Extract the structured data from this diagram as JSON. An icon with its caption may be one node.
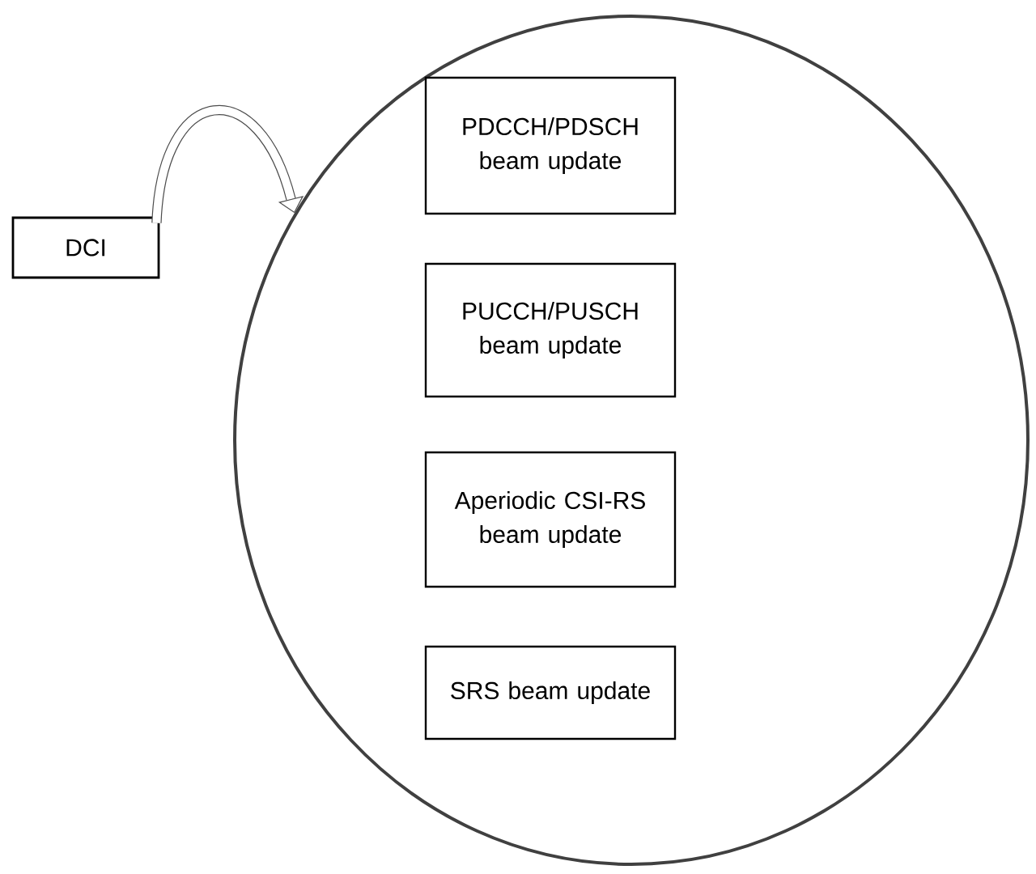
{
  "diagram": {
    "nodes": [
      {
        "text": [
          "DCI"
        ]
      },
      {
        "text": [],
        "shape": "circle"
      },
      {
        "text": [
          "PDCCH/PDSCH beam update"
        ],
        "in": 1
      },
      {
        "text": [
          "PUCCH/PUSCH beam update"
        ],
        "in": 1
      },
      {
        "text": [
          "Aperiodic CSI-RS beam update"
        ],
        "in": 1
      },
      {
        "text": [
          "SRS beam update"
        ],
        "in": 1
      }
    ],
    "edges": [
      {
        "from": 0,
        "to": 1,
        "arrow": "to"
      }
    ]
  }
}
